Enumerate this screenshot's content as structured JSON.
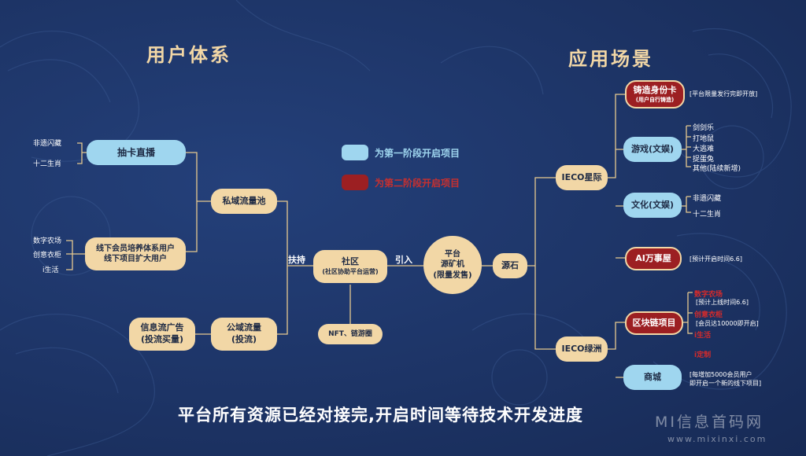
{
  "headings": {
    "left": "用户体系",
    "right": "应用场景"
  },
  "legend": {
    "phase1": {
      "text": "为第一阶段开启项目",
      "color": "#9fd6ef"
    },
    "phase2": {
      "text": "为第二阶段开启项目",
      "color": "#9c1f22"
    }
  },
  "left": {
    "live": "抽卡直播",
    "live_items": [
      "非遗闪藏",
      "十二生肖"
    ],
    "offline": [
      "线下会员培养体系用户",
      "线下项目扩大用户"
    ],
    "offline_items": [
      "数字农场",
      "创意衣柜",
      "i生活"
    ],
    "private_pool": "私域流量池",
    "ads": [
      "信息流广告",
      "(投流买量)"
    ],
    "public_pool": [
      "公域流量",
      "(投流)"
    ]
  },
  "center": {
    "support_label": "扶持",
    "community": "社区",
    "community_sub": "(社区协助平台运营)",
    "nft": "NFT、链游圈",
    "import_label": "引入",
    "platform": [
      "平台",
      "源矿机",
      "(限量发售)"
    ],
    "source_stone": "源石"
  },
  "right": {
    "star": "IECO星际",
    "oasis": "IECO绿洲",
    "identity": "铸造身份卡",
    "identity_sub": "(用户自行铸造)",
    "identity_note": "[平台限量发行完即开放]",
    "game": "游戏(文娱)",
    "game_items": [
      "剑剑乐",
      "打地鼠",
      "大逃难",
      "捉蛋兔",
      "其他(陆续新增)"
    ],
    "culture": "文化(文娱)",
    "culture_items": [
      "非遗闪藏",
      "十二生肖"
    ],
    "ai": "AI万事屋",
    "ai_note": "[预计开启时间6.6]",
    "chain": "区块链项目",
    "chain_items": [
      "数字农场",
      "创意衣柜",
      "i生活",
      "i定制"
    ],
    "chain_notes": [
      "[预计上线时间6.6]",
      "[会员达10000即开启]"
    ],
    "mall": "商城",
    "mall_notes": [
      "[每增加5000会员用户",
      "即开启一个新的线下项目]"
    ]
  },
  "bottom_text": "平台所有资源已经对接完,开启时间等待技术开发进度",
  "watermark": {
    "line1": "MI信息首码网",
    "line2": "www.mixinxi.com"
  },
  "colors": {
    "background": "#1d3466",
    "beige": "#f2d7a6",
    "blue": "#9fd6ef",
    "red": "#9c1f22",
    "line": "#e6c98f"
  }
}
